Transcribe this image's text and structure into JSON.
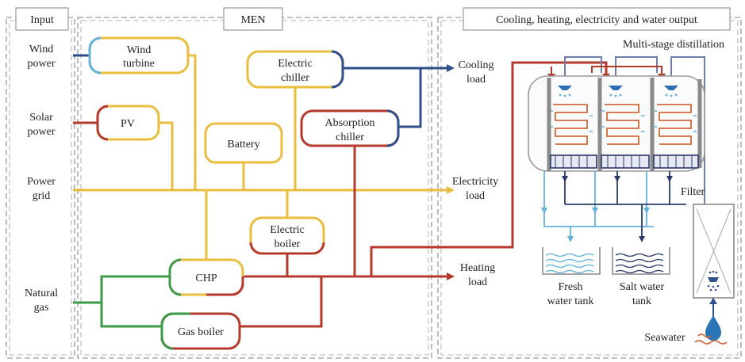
{
  "colors": {
    "yellow": "#e9bd3e",
    "blue": "#2e4f8c",
    "red": "#b53a2c",
    "green": "#3e9a48",
    "lightblue": "#62b3dc",
    "darkblue": "#2a3a6a",
    "panel": "#9a9a9a"
  },
  "headers": {
    "input": "Input",
    "men": "MEN",
    "output": "Cooling, heating, electricity and water output"
  },
  "inputs": {
    "wind_1": "Wind",
    "wind_2": "power",
    "solar_1": "Solar",
    "solar_2": "power",
    "grid_1": "Power",
    "grid_2": "grid",
    "gas_1": "Natural",
    "gas_2": "gas"
  },
  "devices": {
    "wind_turbine_1": "Wind",
    "wind_turbine_2": "turbine",
    "pv": "PV",
    "battery": "Battery",
    "electric_chiller_1": "Electric",
    "electric_chiller_2": "chiller",
    "absorption_chiller_1": "Absorption",
    "absorption_chiller_2": "chiller",
    "electric_boiler_1": "Electric",
    "electric_boiler_2": "boiler",
    "chp": "CHP",
    "gas_boiler": "Gas boiler"
  },
  "loads": {
    "cooling_1": "Cooling",
    "cooling_2": "load",
    "electricity_1": "Electricity",
    "electricity_2": "load",
    "heating_1": "Heating",
    "heating_2": "load"
  },
  "water": {
    "distillation": "Multi-stage distillation",
    "filter": "Filter",
    "fresh_1": "Fresh",
    "fresh_2": "water tank",
    "salt_1": "Salt water",
    "salt_2": "tank",
    "seawater": "Seawater"
  }
}
